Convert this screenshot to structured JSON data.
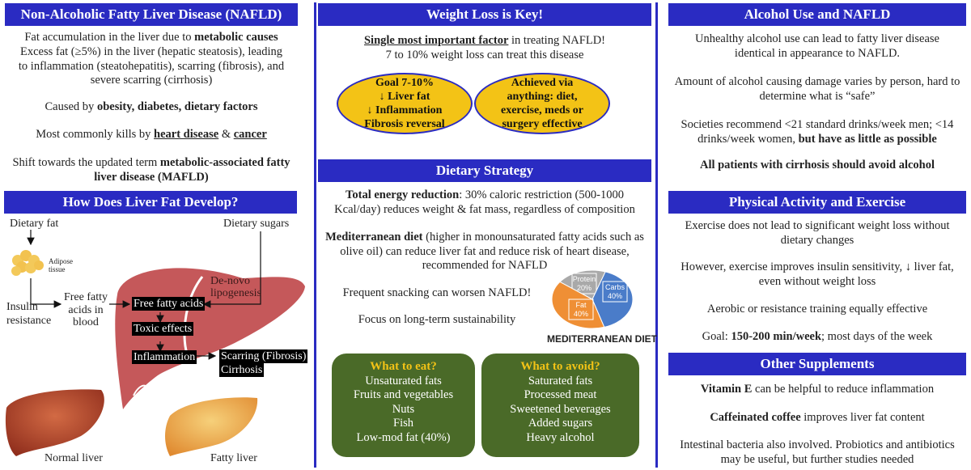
{
  "colors": {
    "header": "#2a2bc2",
    "oval": "#f3c316",
    "green": "#4a6a28",
    "liver": "#c5585a"
  },
  "left": {
    "header1": "Non-Alcoholic Fatty Liver Disease (NAFLD)",
    "p1": [
      {
        "t": "Fat accumulation in the liver due to "
      },
      {
        "t": "metabolic causes",
        "b": 1
      }
    ],
    "p2": [
      {
        "t": "Excess fat (≥5%) in the liver (hepatic steatosis), leading to inflammation (steatohepatitis), scarring (fibrosis), and severe scarring (cirrhosis)"
      }
    ],
    "p3": [
      {
        "t": "Caused by "
      },
      {
        "t": "obesity, diabetes, dietary factors",
        "b": 1
      }
    ],
    "p4": [
      {
        "t": "Most commonly kills by "
      },
      {
        "t": "heart disease",
        "b": 1,
        "u": 1
      },
      {
        "t": " & "
      },
      {
        "t": "cancer",
        "b": 1,
        "u": 1
      }
    ],
    "p5": [
      {
        "t": "Shift towards the updated term "
      },
      {
        "t": "metabolic-associated fatty liver disease (MAFLD)",
        "b": 1
      }
    ],
    "header2": "How Does Liver Fat Develop?",
    "diagram": {
      "dietary_fat": "Dietary fat",
      "adipose": "Adipose tissue",
      "dietary_sugars": "Dietary sugars",
      "insulin": "Insulin resistance",
      "ffa_blood": "Free fatty acids in blood",
      "ffa": "Free fatty acids",
      "denovo": "De-novo lipogenesis",
      "toxic": "Toxic effects",
      "inflammation": "Inflammation",
      "scarring": "Scarring (Fibrosis)",
      "cirrhosis": "Cirrhosis",
      "normal": "Normal liver",
      "fatty": "Fatty liver"
    }
  },
  "middle": {
    "header1": "Weight Loss is Key!",
    "p1": [
      {
        "t": "Single most important factor",
        "b": 1,
        "u": 1
      },
      {
        "t": " in treating NAFLD!"
      }
    ],
    "p2": [
      {
        "t": "7 to 10% weight loss can treat this disease"
      }
    ],
    "oval1": [
      "Goal 7-10%",
      "↓ Liver fat",
      "↓ Inflammation",
      "Fibrosis reversal"
    ],
    "oval2": [
      "Achieved via",
      "anything: diet,",
      "exercise, meds or",
      "surgery effective"
    ],
    "header2": "Dietary Strategy",
    "p3": [
      {
        "t": "Total energy reduction",
        "b": 1
      },
      {
        "t": ": 30% caloric restriction (500-1000 Kcal/day) reduces weight & fat mass, regardless of composition"
      }
    ],
    "p4": [
      {
        "t": "Mediterranean diet",
        "b": 1
      },
      {
        "t": " (higher in monounsaturated fatty acids such as olive oil) can reduce liver fat and reduce risk of heart disease, recommended for NAFLD"
      }
    ],
    "p5": [
      {
        "t": "Frequent snacking can worsen NAFLD!"
      }
    ],
    "p6": [
      {
        "t": "Focus on long-term sustainability"
      }
    ],
    "pie": {
      "title": "MEDITERRANEAN DIET",
      "slices": [
        {
          "name": "Carbs",
          "value": 40,
          "label": "40%",
          "color": "#4a7cc9"
        },
        {
          "name": "Fat",
          "value": 40,
          "label": "40%",
          "color": "#ef8f35"
        },
        {
          "name": "Protein",
          "value": 20,
          "label": "20%",
          "color": "#a9a9a9"
        }
      ]
    },
    "eat": {
      "title": "What to eat?",
      "items": [
        "Unsaturated fats",
        "Fruits and vegetables",
        "Nuts",
        "Fish",
        "Low-mod fat (40%)"
      ]
    },
    "avoid": {
      "title": "What to avoid?",
      "items": [
        "Saturated fats",
        "Processed meat",
        "Sweetened beverages",
        "Added sugars",
        "Heavy alcohol"
      ]
    }
  },
  "right": {
    "header1": "Alcohol Use and NAFLD",
    "p1": [
      {
        "t": "Unhealthy alcohol use can lead to fatty liver disease identical in appearance to NAFLD."
      }
    ],
    "p2": [
      {
        "t": "Amount of alcohol causing damage varies by person, hard to determine what is “safe”"
      }
    ],
    "p3": [
      {
        "t": "Societies recommend <21 standard drinks/week men; <14 drinks/week women, "
      },
      {
        "t": "but have as little as possible",
        "b": 1
      }
    ],
    "p4": [
      {
        "t": "All patients with cirrhosis should avoid alcohol",
        "b": 1
      }
    ],
    "header2": "Physical Activity and Exercise",
    "p5": [
      {
        "t": "Exercise does not lead to significant weight loss without dietary changes"
      }
    ],
    "p6": [
      {
        "t": "However, exercise improves insulin sensitivity, ↓ liver fat, even without weight loss"
      }
    ],
    "p7": [
      {
        "t": "Aerobic or resistance training equally effective"
      }
    ],
    "p8": [
      {
        "t": "Goal: "
      },
      {
        "t": "150-200 min/week",
        "b": 1
      },
      {
        "t": "; most days of the week"
      }
    ],
    "header3": "Other Supplements",
    "p9": [
      {
        "t": "Vitamin E",
        "b": 1
      },
      {
        "t": " can be helpful to reduce inflammation"
      }
    ],
    "p10": [
      {
        "t": "Caffeinated coffee",
        "b": 1
      },
      {
        "t": " improves liver fat content"
      }
    ],
    "p11": [
      {
        "t": "Intestinal bacteria also involved. Probiotics and antibiotics may be useful, but further studies needed"
      }
    ]
  }
}
